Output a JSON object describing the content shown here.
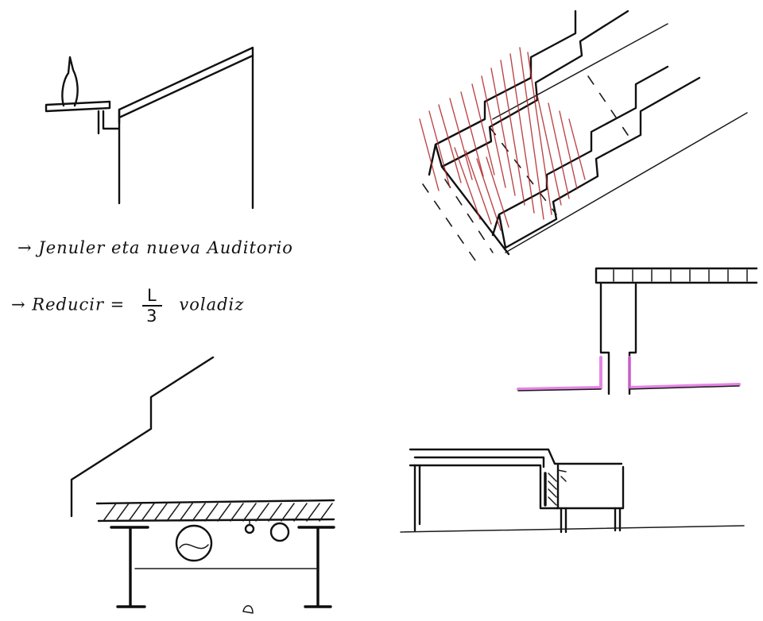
{
  "notes": {
    "line1": "→ Jenuler eta nueva Auditorio",
    "line2_prefix": "→ Reducir =",
    "line2_numerator": "L",
    "line2_denominator": "3",
    "line2_suffix": "voladiz"
  },
  "colors": {
    "ink": "#111111",
    "red_hatch": "#b0282a",
    "magenta_line": "#e070e0",
    "paper": "#ffffff"
  }
}
